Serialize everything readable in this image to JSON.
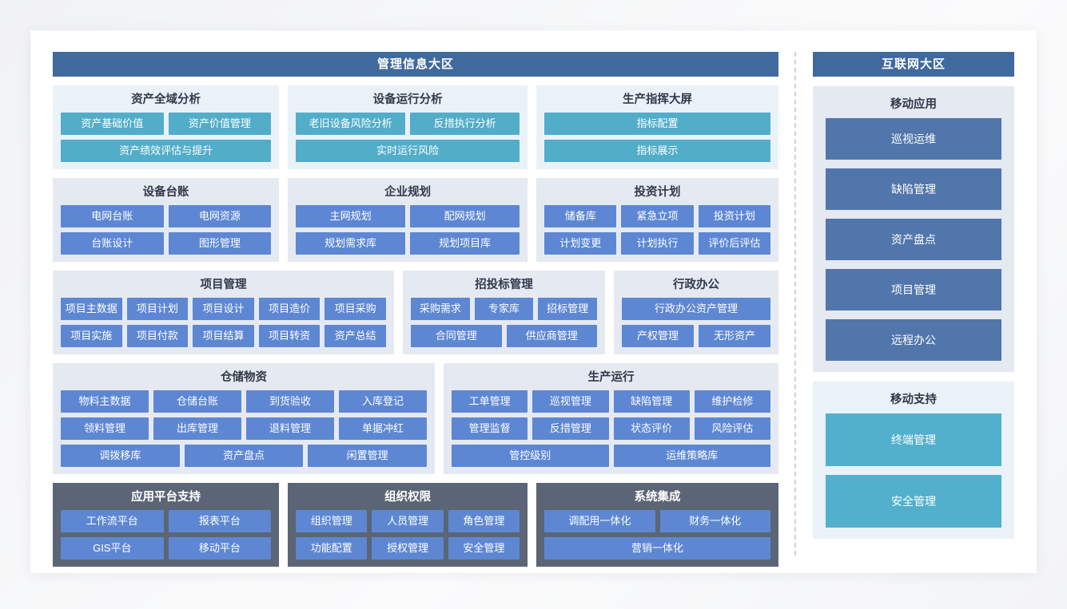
{
  "colors": {
    "zone_header": "#40699e",
    "tile_teal": "#52adc9",
    "tile_blue": "#5d87d3",
    "panel_light": "#eaf2f9",
    "panel_gray": "#e5e9f1",
    "panel_dark": "#5b6575",
    "right_tile_blue": "#5176ab",
    "right_tile_teal": "#52b0cd",
    "divider": "#c9d3e0"
  },
  "left_zone": {
    "header": "管理信息大区",
    "row1": [
      {
        "title": "资产全域分析",
        "tone": "light",
        "tile_color": "teal",
        "rows": [
          [
            "资产基础价值",
            "资产价值管理"
          ],
          [
            "资产绩效评估与提升"
          ]
        ]
      },
      {
        "title": "设备运行分析",
        "tone": "light",
        "tile_color": "teal",
        "rows": [
          [
            "老旧设备风险分析",
            "反措执行分析"
          ],
          [
            "实时运行风险"
          ]
        ]
      },
      {
        "title": "生产指挥大屏",
        "tone": "light",
        "tile_color": "teal",
        "rows": [
          [
            "指标配置"
          ],
          [
            "指标展示"
          ]
        ]
      }
    ],
    "row2": [
      {
        "title": "设备台账",
        "tone": "gray",
        "tile_color": "blue",
        "rows": [
          [
            "电网台账",
            "电网资源"
          ],
          [
            "台账设计",
            "图形管理"
          ]
        ]
      },
      {
        "title": "企业规划",
        "tone": "gray",
        "tile_color": "blue",
        "rows": [
          [
            "主网规划",
            "配网规划"
          ],
          [
            "规划需求库",
            "规划项目库"
          ]
        ]
      },
      {
        "title": "投资计划",
        "tone": "gray",
        "tile_color": "blue",
        "rows": [
          [
            "储备库",
            "紧急立项",
            "投资计划"
          ],
          [
            "计划变更",
            "计划执行",
            "评价后评估"
          ]
        ]
      }
    ],
    "row3": [
      {
        "title": "项目管理",
        "tone": "gray",
        "tile_color": "blue",
        "rows": [
          [
            "项目主数据",
            "项目计划",
            "项目设计",
            "项目造价",
            "项目采购"
          ],
          [
            "项目实施",
            "项目付款",
            "项目结算",
            "项目转资",
            "资产总结"
          ]
        ]
      },
      {
        "title": "招投标管理",
        "tone": "gray",
        "tile_color": "blue",
        "rows": [
          [
            "采购需求",
            "专家库",
            "招标管理"
          ],
          [
            "合同管理",
            "供应商管理"
          ]
        ]
      },
      {
        "title": "行政办公",
        "tone": "gray",
        "tile_color": "blue",
        "rows": [
          [
            "行政办公资产管理"
          ],
          [
            "产权管理",
            "无形资产"
          ]
        ]
      }
    ],
    "row4": [
      {
        "title": "仓储物资",
        "tone": "gray",
        "tile_color": "blue",
        "rows": [
          [
            "物料主数据",
            "仓储台账",
            "到货验收",
            "入库登记"
          ],
          [
            "领料管理",
            "出库管理",
            "退料管理",
            "单据冲红"
          ],
          [
            "调拨移库",
            "资产盘点",
            "闲置管理"
          ]
        ]
      },
      {
        "title": "生产运行",
        "tone": "gray",
        "tile_color": "blue",
        "rows": [
          [
            "工单管理",
            "巡视管理",
            "缺陷管理",
            "维护检修"
          ],
          [
            "管理监督",
            "反措管理",
            "状态评价",
            "风险评估"
          ],
          [
            "管控级别",
            "运维策略库"
          ]
        ]
      }
    ],
    "row5": [
      {
        "title": "应用平台支持",
        "tone": "dark",
        "tile_color": "blue",
        "rows": [
          [
            "工作流平台",
            "报表平台"
          ],
          [
            "GIS平台",
            "移动平台"
          ]
        ]
      },
      {
        "title": "组织权限",
        "tone": "dark",
        "tile_color": "blue",
        "rows": [
          [
            "组织管理",
            "人员管理",
            "角色管理"
          ],
          [
            "功能配置",
            "授权管理",
            "安全管理"
          ]
        ]
      },
      {
        "title": "系统集成",
        "tone": "dark",
        "tile_color": "blue",
        "rows": [
          [
            "调配用一体化",
            "财务一体化"
          ],
          [
            "营销一体化"
          ]
        ]
      }
    ]
  },
  "right_zone": {
    "header": "互联网大区",
    "panels": [
      {
        "title": "移动应用",
        "tone": "gray",
        "tile_color": "blue",
        "tiles": [
          "巡视运维",
          "缺陷管理",
          "资产盘点",
          "项目管理",
          "远程办公"
        ]
      },
      {
        "title": "移动支持",
        "tone": "light",
        "tile_color": "teal",
        "tiles": [
          "终端管理",
          "安全管理"
        ]
      }
    ]
  }
}
